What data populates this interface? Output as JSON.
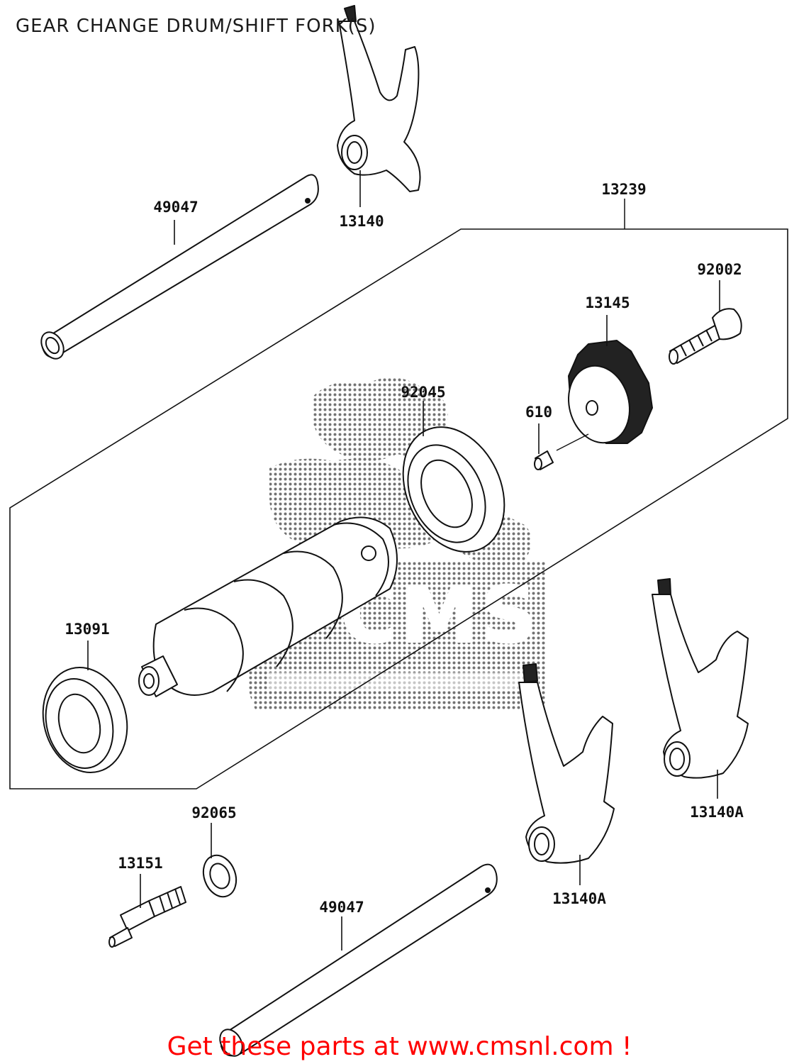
{
  "title": "GEAR CHANGE DRUM/SHIFT FORK(S)",
  "parts": {
    "fork_top": "13140",
    "shaft_top": "49047",
    "assembly": "13239",
    "bolt": "92002",
    "drum_plate": "13145",
    "bearing": "92045",
    "pin": "610",
    "drum_bearing": "13091",
    "washer": "92065",
    "neutral_switch": "13151",
    "shaft_bottom": "49047",
    "fork_bottom": "13140A",
    "fork_right": "13140A"
  },
  "watermark": {
    "text": "CMS"
  },
  "footer": "Get these parts at www.cmsnl.com !"
}
